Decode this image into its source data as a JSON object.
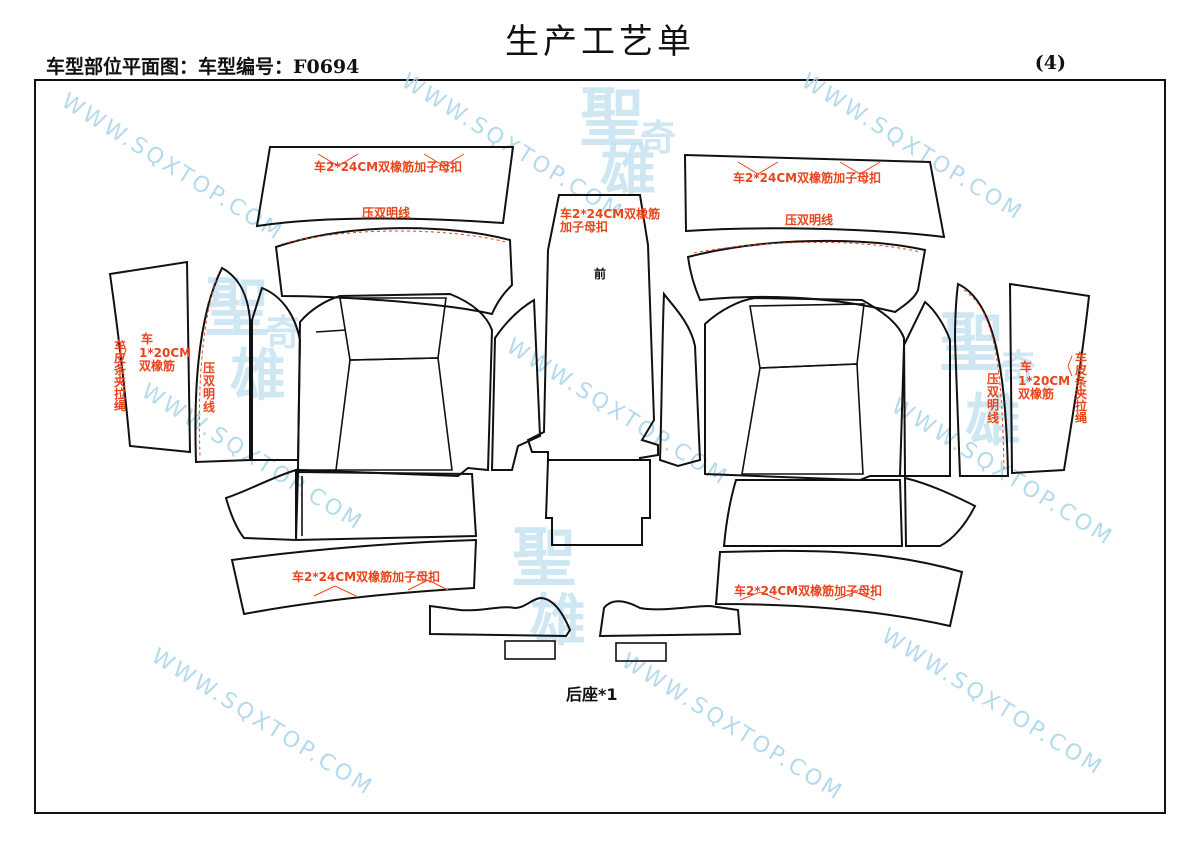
{
  "header": {
    "title": "生产工艺单",
    "subtitle": "车型部位平面图：车型编号：F0694",
    "page_number": "(4)"
  },
  "labels": {
    "clip_rubber": "车2*24CM双橡筋加子母扣",
    "clip_rubber_line1": "车2*24CM双橡筋",
    "clip_rubber_line2": "加子母扣",
    "double_topstitch": "压双明线",
    "topstitch_v": [
      "压",
      "双",
      "明",
      "线"
    ],
    "rubber_20cm": [
      "车",
      "1*20CM",
      "双橡筋"
    ],
    "leather_rope": [
      "车",
      "皮",
      "条",
      "夹",
      "拉",
      "绳"
    ],
    "front": "前",
    "footer": "后座*1"
  },
  "watermark": {
    "text": "WWW.SQXTOP.COM",
    "seal_chars": [
      "聖",
      "奇",
      "雄"
    ]
  },
  "colors": {
    "annotation": "#e8451c",
    "outline": "#111111",
    "watermark": "#a8d4ea"
  }
}
